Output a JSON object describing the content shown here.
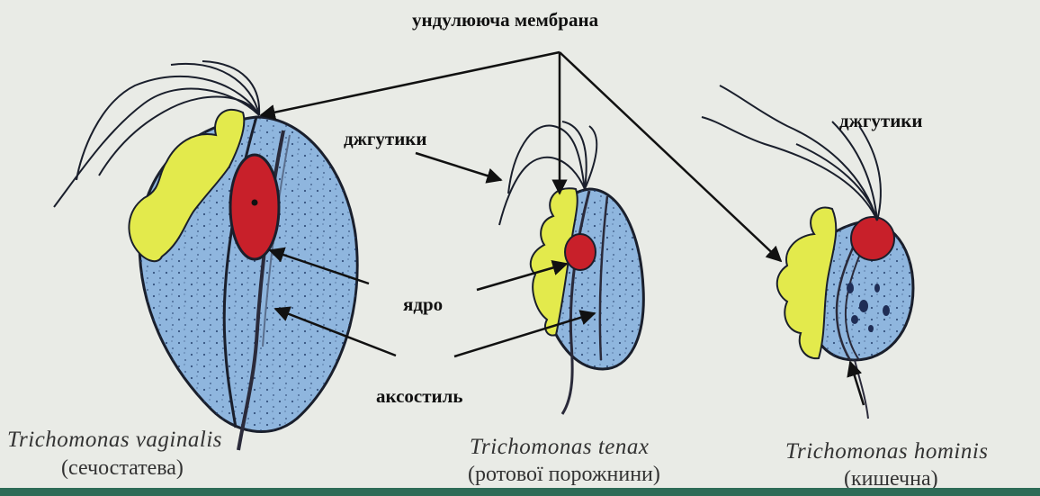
{
  "labels": {
    "undulating_membrane": "ундулююча мембрана",
    "flagella_1": "джгутики",
    "flagella_2": "джгутики",
    "nucleus": "ядро",
    "axostyle": "аксостиль"
  },
  "organisms": [
    {
      "species": "Trichomonas vaginalis",
      "habitat": "(сечостатева)"
    },
    {
      "species": "Trichomonas tenax",
      "habitat": "(ротової порожнини)"
    },
    {
      "species": "Trichomonas hominis",
      "habitat": "(кишечна)"
    }
  ],
  "colors": {
    "background": "#e9ebe6",
    "cell_body": "#8fb6de",
    "undulating_membrane": "#e3ea4c",
    "nucleus": "#c8202a",
    "outline": "#1a1f2c",
    "accent_bar": "#2e6b57"
  }
}
